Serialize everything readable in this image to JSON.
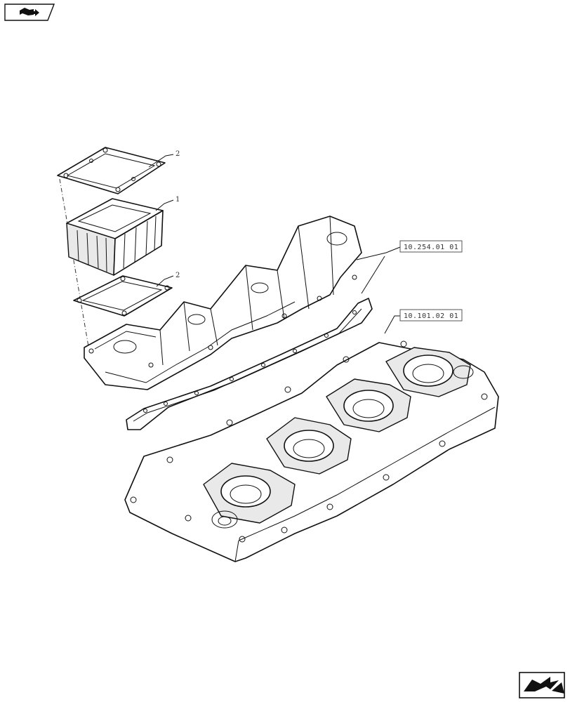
{
  "header": {
    "icon": "book-arrow-icon"
  },
  "callouts": [
    {
      "id": "c1",
      "label": "2"
    },
    {
      "id": "c2",
      "label": "1"
    },
    {
      "id": "c3",
      "label": "2"
    }
  ],
  "references": [
    {
      "id": "r1",
      "label": "10.254.01 01"
    },
    {
      "id": "r2",
      "label": "10.101.02 01"
    }
  ],
  "footer": {
    "icon": "next-page-arrow-icon"
  }
}
